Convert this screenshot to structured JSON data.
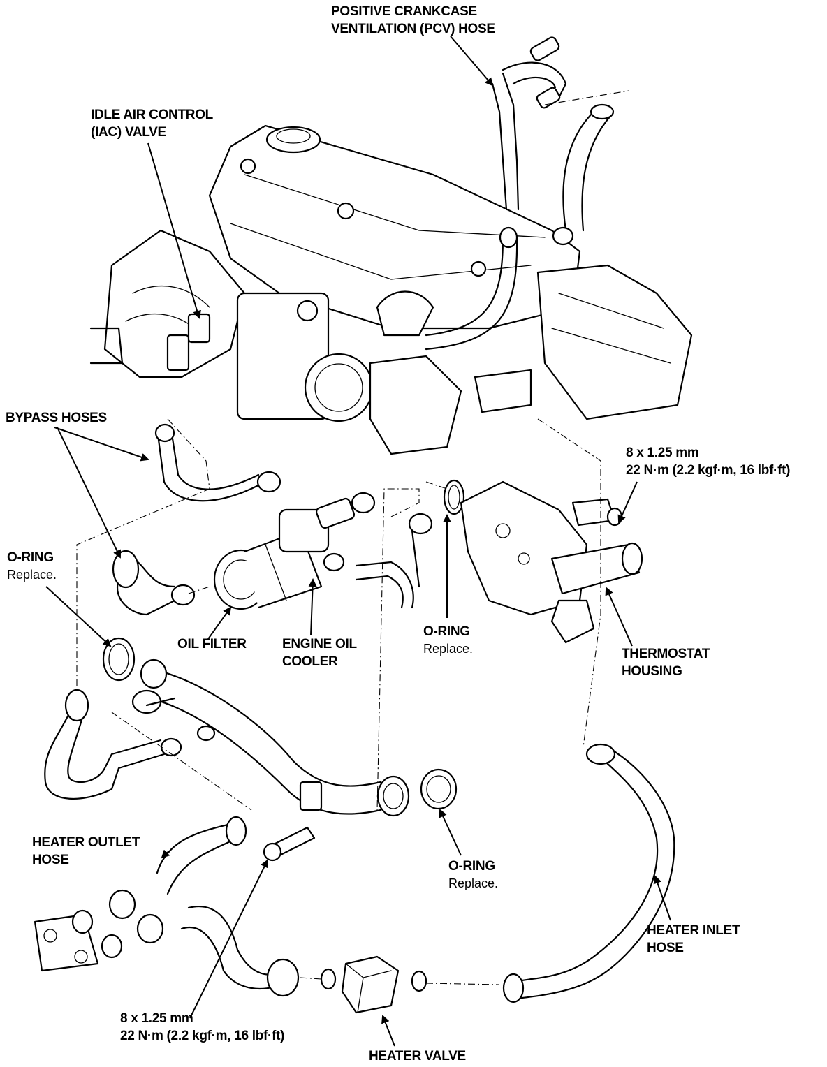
{
  "colors": {
    "ink": "#000000",
    "paper": "#ffffff"
  },
  "labels": {
    "pcv_hose": [
      "POSITIVE CRANKCASE",
      "VENTILATION (PCV) HOSE"
    ],
    "iac_valve": [
      "IDLE AIR CONTROL",
      "(IAC) VALVE"
    ],
    "bypass_hoses": [
      "BYPASS HOSES"
    ],
    "oring_left": {
      "title": "O-RING",
      "note": "Replace."
    },
    "oil_filter": [
      "OIL FILTER"
    ],
    "engine_oil_cooler": [
      "ENGINE OIL",
      "COOLER"
    ],
    "oring_center": {
      "title": "O-RING",
      "note": "Replace."
    },
    "torque_top": [
      "8 x 1.25 mm",
      "22 N·m (2.2 kgf·m, 16 lbf·ft)"
    ],
    "thermostat_housing": [
      "THERMOSTAT",
      "HOUSING"
    ],
    "heater_outlet_hose": [
      "HEATER OUTLET",
      "HOSE"
    ],
    "oring_lower": {
      "title": "O-RING",
      "note": "Replace."
    },
    "heater_inlet_hose": [
      "HEATER INLET",
      "HOSE"
    ],
    "torque_bottom": [
      "8 x 1.25 mm",
      "22 N·m (2.2 kgf·m, 16 lbf·ft)"
    ],
    "heater_valve": [
      "HEATER VALVE"
    ]
  }
}
